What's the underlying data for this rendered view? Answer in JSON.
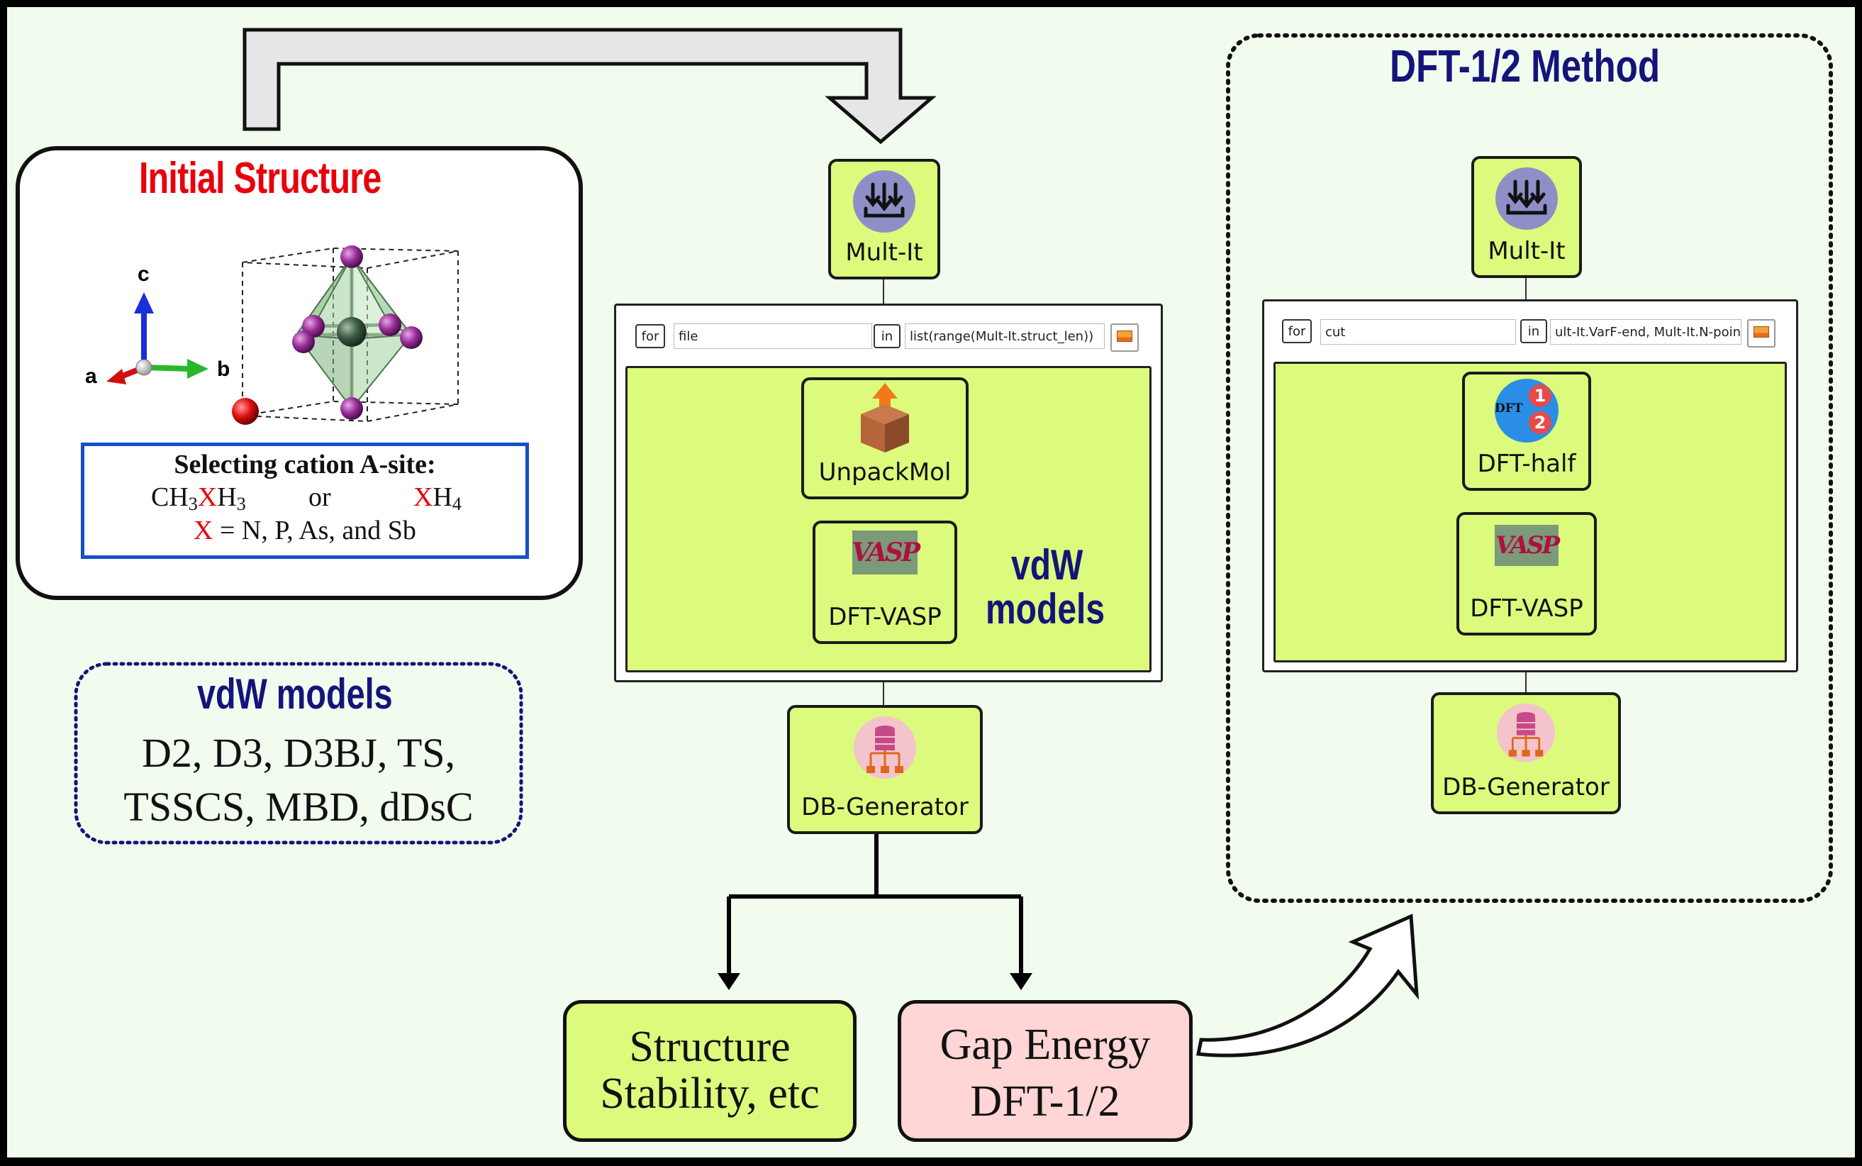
{
  "initial_structure": {
    "title": "Initial Structure",
    "axes": {
      "c": "c",
      "a": "a",
      "b": "b"
    },
    "selection_title": "Selecting cation A-site:",
    "formula1_pre": "CH",
    "formula1_sub1": "3",
    "formula1_x": "X",
    "formula1_mid": "H",
    "formula1_sub2": "3",
    "formula_or": "or",
    "formula2_x": "X",
    "formula2_h": "H",
    "formula2_sub": "4",
    "x_def_x": "X",
    "x_def_rest": " = N, P, As, and Sb"
  },
  "vdw_box": {
    "title": "vdW models",
    "line1": "D2, D3, D3BJ, TS,",
    "line2": "TSSCS, MBD, dDsC"
  },
  "workflow_left": {
    "mult_it": "Mult-It",
    "loop_for": "for",
    "loop_var": "file",
    "loop_in": "in",
    "loop_expr": "list(range(Mult-It.struct_len))",
    "unpackmol": "UnpackMol",
    "dft_vasp": "DFT-VASP",
    "vasp_logo": "VASP",
    "vdw_label_1": "vdW",
    "vdw_label_2": "models",
    "db_generator": "DB-Generator"
  },
  "outputs": {
    "structure_line1": "Structure",
    "structure_line2": "Stability, etc",
    "gap_line1": "Gap Energy",
    "gap_line2": "DFT-1/2"
  },
  "dft_half": {
    "title": "DFT-1/2 Method",
    "mult_it": "Mult-It",
    "loop_for": "for",
    "loop_var": "cut",
    "loop_in": "in",
    "loop_expr": "ult-It.VarF-end, Mult-It.N-points)",
    "dft_half_node": "DFT-half",
    "dft_badge": "DFT",
    "badge_one": "1",
    "badge_two": "2",
    "dft_vasp": "DFT-VASP",
    "vasp_logo": "VASP",
    "db_generator": "DB-Generator"
  },
  "colors": {
    "node_green": "#dcfa7c",
    "gap_pink": "#ffd5d5",
    "title_red": "#e8000b",
    "title_navy": "#14147a",
    "background": "#f1fcee"
  }
}
